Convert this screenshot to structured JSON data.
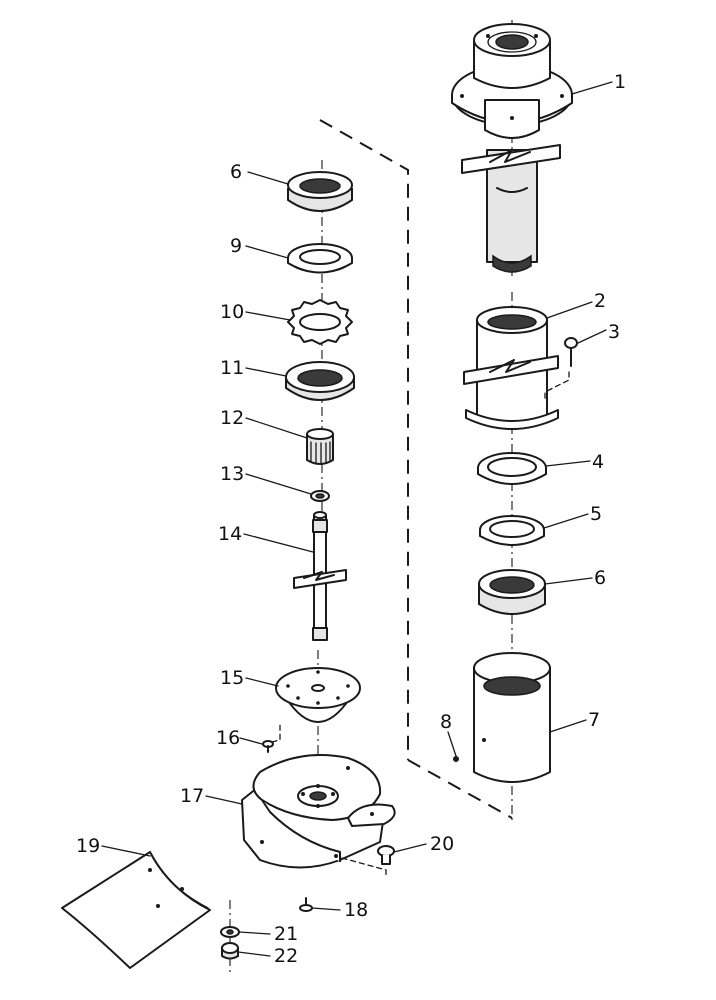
{
  "diagram": {
    "labels": {
      "p1": "1",
      "p2": "2",
      "p3": "3",
      "p4": "4",
      "p5": "5",
      "p6r": "6",
      "p7": "7",
      "p8": "8",
      "p6l": "6",
      "p9": "9",
      "p10": "10",
      "p11": "11",
      "p12": "12",
      "p13": "13",
      "p14": "14",
      "p15": "15",
      "p16": "16",
      "p17": "17",
      "p18": "18",
      "p19": "19",
      "p20": "20",
      "p21": "21",
      "p22": "22"
    }
  }
}
